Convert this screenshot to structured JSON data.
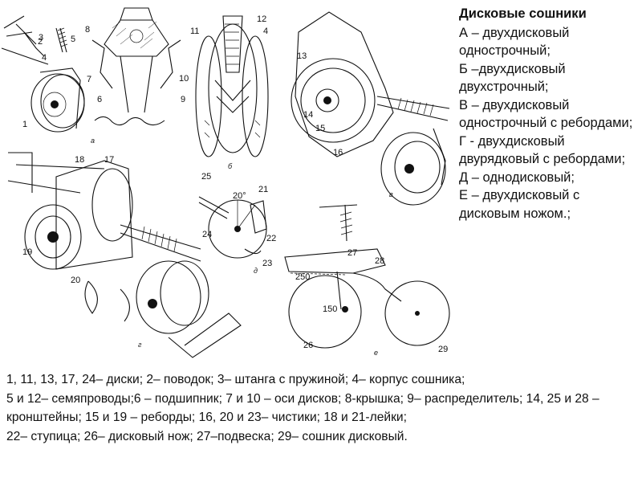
{
  "legend": {
    "title": "Дисковые сошники",
    "items": [
      "А – двухдисковый однострочный;",
      "Б –двухдисковый двухстрочный;",
      "В – двухдисковый однострочный с ребордами;",
      "Г - двухдисковый двурядковый с ребордами;",
      "Д – однодисковый;",
      "Е – двухдисковый с дисковым ножом.;"
    ]
  },
  "caption": {
    "lines": [
      "1, 11, 13, 17, 24– диски; 2– поводок; 3– штанга с пружиной; 4– корпус сошника;",
      "5 и 12– семяпроводы;6 – подшипник; 7 и 10 – оси дисков; 8-крышка; 9– распределитель; 14, 25 и 28 –кронштейны; 15 и 19 – реборды; 16, 20 и 23– чистики; 18 и 21-лейки;",
      "22– ступица; 26– дисковый нож; 27–подвеска; 29– сошник дисковый."
    ]
  },
  "figure": {
    "panel_letters": [
      "а",
      "б",
      "в",
      "г",
      "д",
      "е"
    ],
    "part_numbers": [
      "1",
      "2",
      "3",
      "4",
      "5",
      "6",
      "7",
      "8",
      "9",
      "10",
      "11",
      "12",
      "13",
      "14",
      "15",
      "16",
      "17",
      "18",
      "19",
      "20",
      "21",
      "22",
      "23",
      "24",
      "25",
      "26",
      "27",
      "28",
      "29"
    ],
    "dimensions": [
      "20°",
      "250",
      "150"
    ]
  }
}
